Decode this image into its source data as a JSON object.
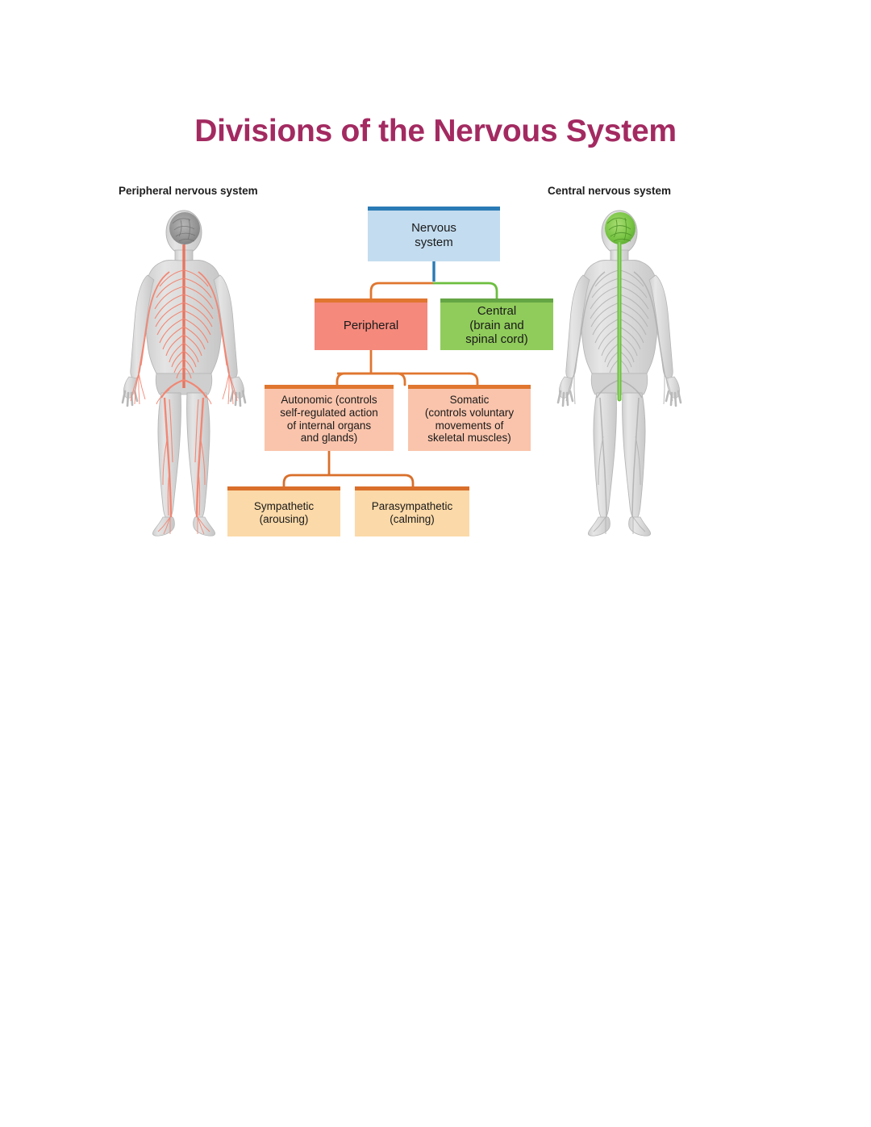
{
  "page": {
    "title": "Divisions of the Nervous System",
    "background_color": "#ffffff",
    "title_color": "#a32a61"
  },
  "captions": {
    "left": "Peripheral nervous system",
    "right": "Central nervous system"
  },
  "figures": {
    "left": {
      "name": "peripheral-nervous-system-figure",
      "description": "Human body front view with highlighted peripheral nerves",
      "body_color": "#d9d9d9",
      "highlight_color": "#f4897c",
      "brain_color": "#9a9a9a"
    },
    "right": {
      "name": "central-nervous-system-figure",
      "description": "Human body front view with highlighted brain and spinal cord",
      "body_color": "#d9d9d9",
      "highlight_color": "#6cbf3f",
      "brain_color": "#78c442"
    }
  },
  "chart_data": {
    "type": "diagram",
    "diagram_type": "hierarchy-tree",
    "title": "Divisions of the Nervous System",
    "nodes": [
      {
        "id": "nervous-system",
        "label": "Nervous\nsystem",
        "level": 0,
        "fill": "#c3dcef",
        "accent": "#2a7bb5",
        "parent": null
      },
      {
        "id": "peripheral",
        "label": "Peripheral",
        "level": 1,
        "fill": "#f4897c",
        "accent": "#e0762f",
        "parent": "nervous-system"
      },
      {
        "id": "central",
        "label": "Central\n(brain and\nspinal cord)",
        "level": 1,
        "fill": "#90cc5b",
        "accent": "#64a544",
        "parent": "nervous-system"
      },
      {
        "id": "autonomic",
        "label": "Autonomic (controls\nself-regulated action\nof internal organs\nand glands)",
        "level": 2,
        "fill": "#fac4ac",
        "accent": "#e0762f",
        "parent": "peripheral"
      },
      {
        "id": "somatic",
        "label": "Somatic\n(controls voluntary\nmovements of\nskeletal muscles)",
        "level": 2,
        "fill": "#fac4ac",
        "accent": "#e0762f",
        "parent": "peripheral"
      },
      {
        "id": "sympathetic",
        "label": "Sympathetic\n(arousing)",
        "level": 3,
        "fill": "#fbd9a8",
        "accent": "#d96f2b",
        "parent": "autonomic"
      },
      {
        "id": "parasympathetic",
        "label": "Parasympathetic\n(calming)",
        "level": 3,
        "fill": "#fbd9a8",
        "accent": "#d96f2b",
        "parent": "autonomic"
      }
    ],
    "edges": [
      {
        "from": "nervous-system",
        "to": "peripheral",
        "color": "#e0762f"
      },
      {
        "from": "nervous-system",
        "to": "central",
        "color": "#6cbf3f"
      },
      {
        "from": "peripheral",
        "to": "autonomic",
        "color": "#e0762f"
      },
      {
        "from": "peripheral",
        "to": "somatic",
        "color": "#e0762f"
      },
      {
        "from": "autonomic",
        "to": "sympathetic",
        "color": "#d96f2b"
      },
      {
        "from": "autonomic",
        "to": "parasympathetic",
        "color": "#d96f2b"
      }
    ],
    "stem_color": "#2a7bb5"
  }
}
